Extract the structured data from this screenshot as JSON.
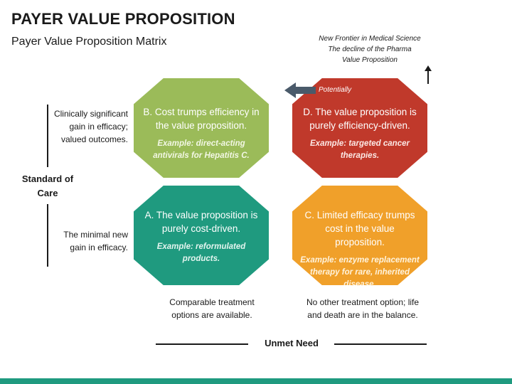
{
  "title": "PAYER VALUE PROPOSITION",
  "subtitle": "Payer Value Proposition Matrix",
  "frontier": [
    "New Frontier in Medical Science",
    "The decline of the Pharma",
    "Value Proposition"
  ],
  "potentially_label": "Potentially",
  "quadrants": {
    "b": {
      "heading": "B. Cost trumps efficiency in the value proposition.",
      "example": "Example: direct-acting antivirals for Hepatitis C.",
      "color": "#9bbb59"
    },
    "d": {
      "heading": "D. The value proposition is purely efficiency-driven.",
      "example": "Example: targeted cancer therapies.",
      "color": "#c0392b"
    },
    "a": {
      "heading": "A. The value proposition is purely cost-driven.",
      "example": "Example: reformulated products.",
      "color": "#1f9a7f"
    },
    "c": {
      "heading": "C. Limited efficacy trumps cost in the value proposition.",
      "example": "Example: enzyme replacement therapy for rare, inherited disease.",
      "color": "#f0a02a"
    }
  },
  "left_axis": {
    "label": "Standard of Care",
    "top_note": "Clinically significant gain in efficacy; valued outcomes.",
    "bottom_note": "The minimal new gain in efficacy."
  },
  "bottom_axis": {
    "label": "Unmet Need",
    "left_note": "Comparable treatment options are available.",
    "right_note": "No other treatment option; life and death are in the balance."
  }
}
